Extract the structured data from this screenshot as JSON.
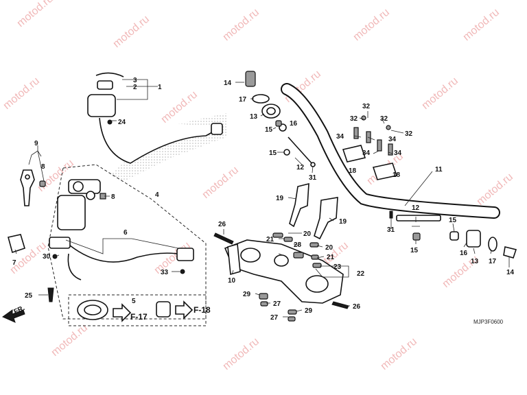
{
  "watermark": "motod.ru",
  "diagram_code": "MJP3F0600",
  "front_label": "FR.",
  "references": {
    "f17": "F-17",
    "f18": "F-18"
  },
  "labels": {
    "n1": "1",
    "n2": "2",
    "n3": "3",
    "n4": "4",
    "n5": "5",
    "n6": "6",
    "n7": "7",
    "n8a": "8",
    "n8b": "8",
    "n9": "9",
    "n10": "10",
    "n11": "11",
    "n12a": "12",
    "n12b": "12",
    "n13a": "13",
    "n13b": "13",
    "n14a": "14",
    "n14b": "14",
    "n15a": "15",
    "n15b": "15",
    "n15c": "15",
    "n15d": "15",
    "n16a": "16",
    "n16b": "16",
    "n17a": "17",
    "n17b": "17",
    "n18a": "18",
    "n18b": "18",
    "n19a": "19",
    "n19b": "19",
    "n20a": "20",
    "n20b": "20",
    "n21a": "21",
    "n21b": "21",
    "n22": "22",
    "n23": "23",
    "n24": "24",
    "n25": "25",
    "n26a": "26",
    "n26b": "26",
    "n27a": "27",
    "n27b": "27",
    "n28": "28",
    "n29a": "29",
    "n29b": "29",
    "n30": "30",
    "n31a": "31",
    "n31b": "31",
    "n32a": "32",
    "n32b": "32",
    "n32c": "32",
    "n32d": "32",
    "n33": "33",
    "n34a": "34",
    "n34b": "34",
    "n34c": "34",
    "n34d": "34"
  }
}
